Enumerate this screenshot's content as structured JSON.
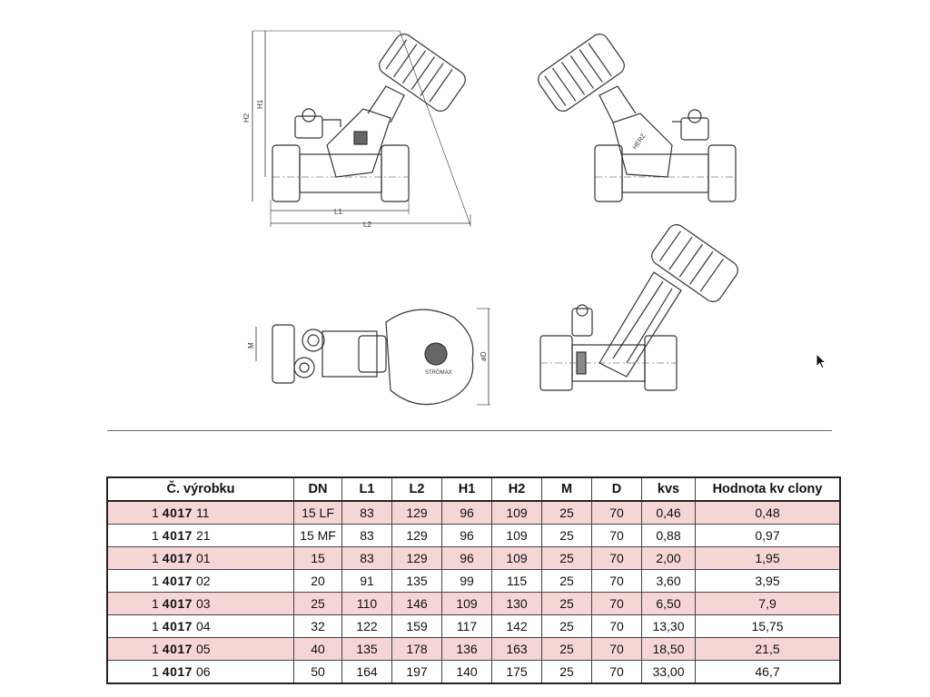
{
  "drawing": {
    "dimension_labels": {
      "h1": "H1",
      "h2": "H2",
      "l1": "L1",
      "l2": "L2",
      "m": "M",
      "d": "øD"
    },
    "valve_markings": {
      "brand": "HERZ",
      "model": "STRÖMAX"
    }
  },
  "table": {
    "headers": [
      "Č. výrobku",
      "DN",
      "L1",
      "L2",
      "H1",
      "H2",
      "M",
      "D",
      "kvs",
      "Hodnota kv clony"
    ],
    "rows": [
      {
        "prefix": "1",
        "code": "4017",
        "suffix": "11",
        "dn": "15 LF",
        "l1": "83",
        "l2": "129",
        "h1": "96",
        "h2": "109",
        "m": "25",
        "d": "70",
        "kvs": "0,46",
        "kv": "0,48"
      },
      {
        "prefix": "1",
        "code": "4017",
        "suffix": "21",
        "dn": "15 MF",
        "l1": "83",
        "l2": "129",
        "h1": "96",
        "h2": "109",
        "m": "25",
        "d": "70",
        "kvs": "0,88",
        "kv": "0,97"
      },
      {
        "prefix": "1",
        "code": "4017",
        "suffix": "01",
        "dn": "15",
        "l1": "83",
        "l2": "129",
        "h1": "96",
        "h2": "109",
        "m": "25",
        "d": "70",
        "kvs": "2,00",
        "kv": "1,95"
      },
      {
        "prefix": "1",
        "code": "4017",
        "suffix": "02",
        "dn": "20",
        "l1": "91",
        "l2": "135",
        "h1": "99",
        "h2": "115",
        "m": "25",
        "d": "70",
        "kvs": "3,60",
        "kv": "3,95"
      },
      {
        "prefix": "1",
        "code": "4017",
        "suffix": "03",
        "dn": "25",
        "l1": "110",
        "l2": "146",
        "h1": "109",
        "h2": "130",
        "m": "25",
        "d": "70",
        "kvs": "6,50",
        "kv": "7,9"
      },
      {
        "prefix": "1",
        "code": "4017",
        "suffix": "04",
        "dn": "32",
        "l1": "122",
        "l2": "159",
        "h1": "117",
        "h2": "142",
        "m": "25",
        "d": "70",
        "kvs": "13,30",
        "kv": "15,75"
      },
      {
        "prefix": "1",
        "code": "4017",
        "suffix": "05",
        "dn": "40",
        "l1": "135",
        "l2": "178",
        "h1": "136",
        "h2": "163",
        "m": "25",
        "d": "70",
        "kvs": "18,50",
        "kv": "21,5"
      },
      {
        "prefix": "1",
        "code": "4017",
        "suffix": "06",
        "dn": "50",
        "l1": "164",
        "l2": "197",
        "h1": "140",
        "h2": "175",
        "m": "25",
        "d": "70",
        "kvs": "33,00",
        "kv": "46,7"
      }
    ]
  },
  "colors": {
    "row_highlight": "#f6d5d5",
    "line": "#222222"
  }
}
